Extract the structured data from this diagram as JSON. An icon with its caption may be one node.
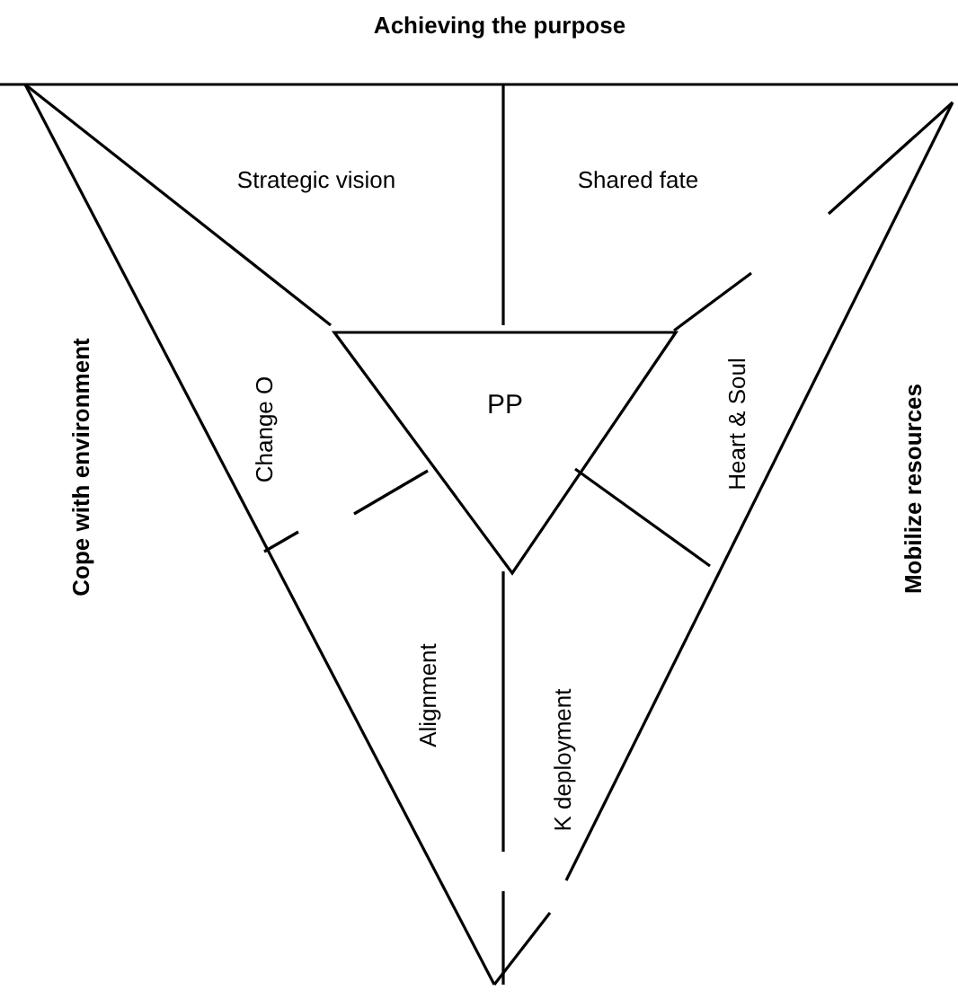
{
  "diagram": {
    "title": "Achieving the purpose",
    "nodes": [
      {
        "text": [
          "PP"
        ]
      }
    ],
    "edges": [],
    "labels": [
      "Strategic vision",
      "Shared fate",
      "Change O",
      "Heart & Soul",
      "Cope with environment",
      "Mobilize resources",
      "Alignment",
      "K deployment"
    ]
  }
}
